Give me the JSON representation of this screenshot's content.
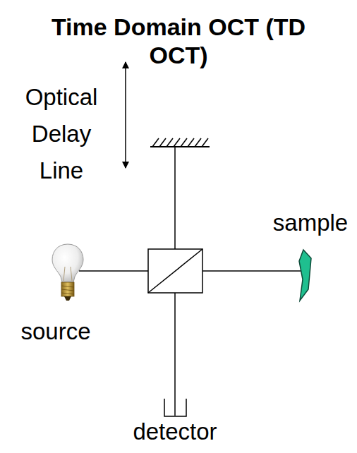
{
  "diagram": {
    "title": "Time Domain OCT (TD OCT)",
    "labels": [
      "Optical Delay Line",
      "sample",
      "source",
      "detector"
    ]
  }
}
